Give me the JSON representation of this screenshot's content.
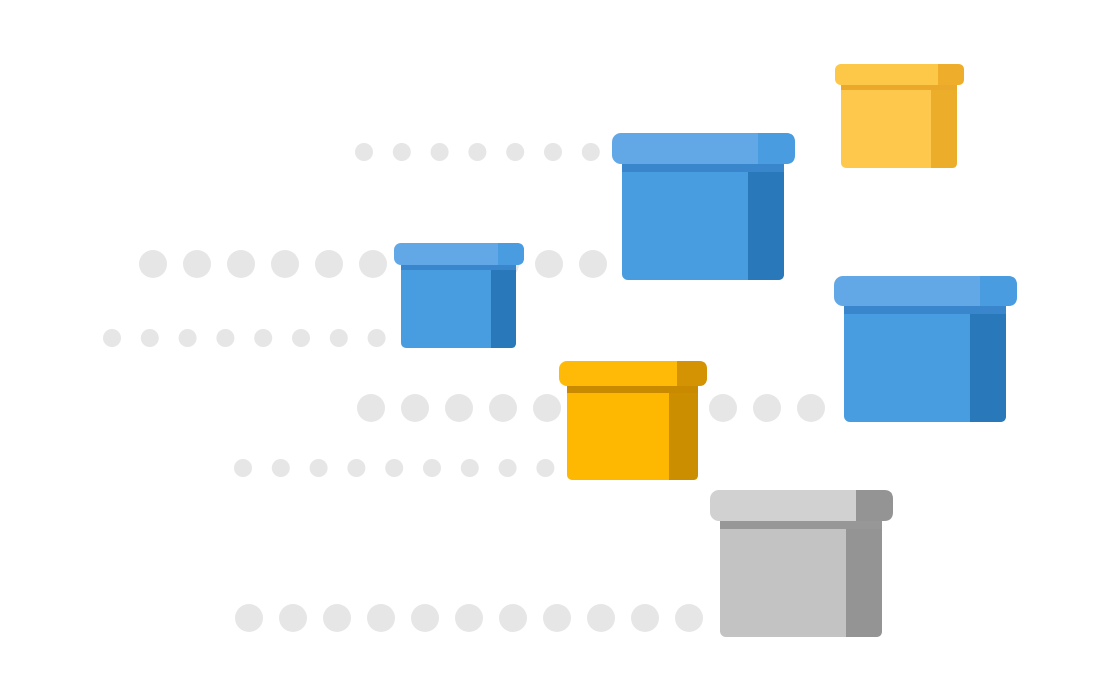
{
  "colors": {
    "background": "#ffffff",
    "dot": "#e6e6e6",
    "boxes": {
      "blue": {
        "lid": "#63a8e6",
        "lid_shade": "#4a9ce0",
        "under_lid": "#3a86cc",
        "body": "#479ddf",
        "body_shade": "#2878ba"
      },
      "yellow": {
        "lid": "#fdc748",
        "lid_shade": "#eeae2c",
        "under_lid": "#eaa92a",
        "body": "#fec84c",
        "body_shade": "#ecad2b"
      },
      "amber": {
        "lid": "#ffba08",
        "lid_shade": "#d49303",
        "under_lid": "#c98a00",
        "body": "#feb802",
        "body_shade": "#ca8e00"
      },
      "gray": {
        "lid": "#d1d1d1",
        "lid_shade": "#949494",
        "under_lid": "#979797",
        "body": "#c3c3c3",
        "body_shade": "#949494"
      }
    }
  },
  "illustration": {
    "icon": "moving-boxes-illustration",
    "trail_count": 6,
    "box_count": 6,
    "box_colors": [
      "blue",
      "yellow",
      "blue",
      "blue",
      "amber",
      "gray"
    ]
  }
}
